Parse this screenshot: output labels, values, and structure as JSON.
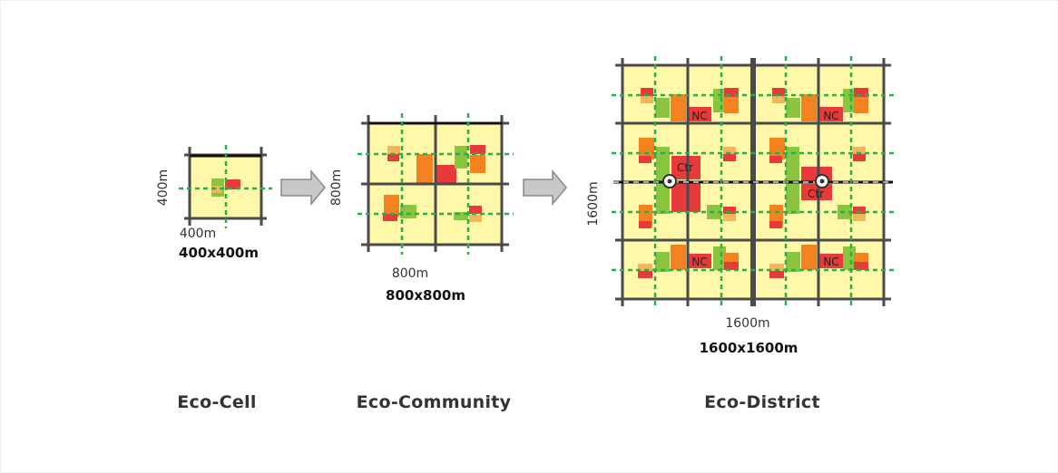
{
  "colors": {
    "block": "#fff8a8",
    "road": "#4a4a4a",
    "green_line": "#22b14c",
    "red": "#e83a3a",
    "orange": "#f58220",
    "light_orange": "#f6b45a",
    "green_patch": "#8bc53f"
  },
  "eco_cell": {
    "side_label": "400m",
    "bottom_label": "400m",
    "size_label": "400x400m",
    "title": "Eco-Cell"
  },
  "eco_community": {
    "side_label": "800m",
    "bottom_label": "800m",
    "size_label": "800x800m",
    "title": "Eco-Community"
  },
  "eco_district": {
    "side_label": "1600m",
    "bottom_label": "1600m",
    "size_label": "1600x1600m",
    "title": "Eco-District",
    "nc_label": "NC",
    "ctr_label": "Ctr"
  },
  "icons": [
    "right-arrow-icon",
    "right-arrow-icon"
  ]
}
